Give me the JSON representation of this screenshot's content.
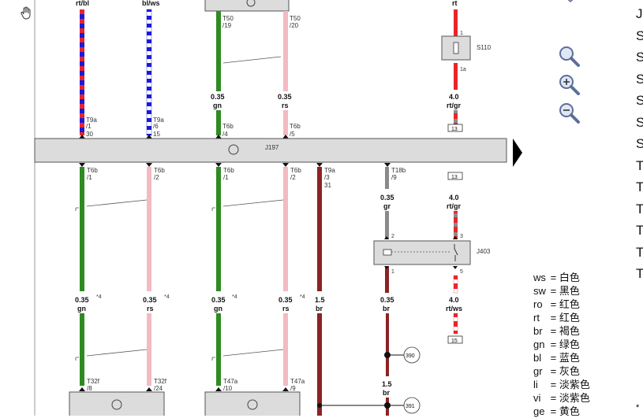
{
  "colors": {
    "rt": "#e8262a",
    "bl": "#1a1adb",
    "ws": "#ffffff",
    "gn": "#2e8b22",
    "rs": "#f4b9c2",
    "br": "#8b2323",
    "gr": "#8a8a8a",
    "grid": "#555555",
    "box_fill": "#dcdcdc"
  },
  "tools": [
    {
      "name": "bookmark-icon"
    },
    {
      "name": "zoom-icon"
    },
    {
      "name": "zoom-in-icon"
    },
    {
      "name": "zoom-out-icon"
    }
  ],
  "wire_top": [
    {
      "label": "rt/bl",
      "top_label": "",
      "conn": "T9a\n/1",
      "pin": "30"
    },
    {
      "label": "bl/ws",
      "top_label": "",
      "conn": "T9a\n/6",
      "pin": "15"
    },
    {
      "label": "",
      "top_label": "T50\n/19",
      "size": "0.35",
      "color": "gn",
      "conn": "T6b",
      "pin": "/4"
    },
    {
      "label": "",
      "top_label": "T50\n/20",
      "size": "0.35",
      "color": "rs",
      "conn": "T6b",
      "pin": "/5"
    },
    {
      "label": "rt",
      "size": "4.0",
      "color": "rt/gr",
      "ref": "13"
    }
  ],
  "labels": {
    "hdr_rtbl": "rt/bl",
    "hdr_blws": "bl/ws",
    "hdr_rt": "rt",
    "t50_19": "T50",
    "t50_19b": "/19",
    "t50_20": "T50",
    "t50_20b": "/20",
    "s110": "S110",
    "s110_pin1": "1",
    "s110_pin1a": "1a",
    "g_size": "0.35",
    "g_col": "gn",
    "r_size": "0.35",
    "r_col": "rs",
    "rtgr_size": "4.0",
    "rtgr_col": "rt/gr",
    "ref13a": "13",
    "t9a_1": "T9a",
    "t9a_1b": "/1",
    "t9a_30": "30",
    "t9a_6": "T9a",
    "t9a_6b": "/6",
    "t9a_15": "15",
    "t6b_4": "T6b",
    "t6b_4b": "/4",
    "t6b_5": "T6b",
    "t6b_5b": "/5",
    "j197": "J197",
    "b_t6b_1": "T6b",
    "b_t6b_1b": "/1",
    "b_t6b_2": "T6b",
    "b_t6b_2b": "/2",
    "b_t6b_1c": "T6b",
    "b_t6b_1d": "/1",
    "b_t6b_2c": "T6b",
    "b_t6b_2d": "/2",
    "b_t9a": "T9a",
    "b_t9a_3": "/3",
    "b_t9a_31": "31",
    "b_t18b": "T18b",
    "b_t18b_9": "/9",
    "gr_size": "0.35",
    "gr_col": "gr",
    "ref13b": "13",
    "rtgr2_size": "4.0",
    "rtgr2_col": "rt/gr",
    "j403": "J403",
    "j403_p2": "2",
    "j403_p3": "3",
    "j403_p1": "1",
    "j403_p5": "5",
    "w1_size": "0.35",
    "w1_col": "gn",
    "w1_note": "*4",
    "w2_size": "0.35",
    "w2_col": "rs",
    "w2_note": "*4",
    "w3_size": "0.35",
    "w3_col": "gn",
    "w3_note": "*4",
    "w4_size": "0.35",
    "w4_col": "rs",
    "w4_note": "*4",
    "w5_size": "1.5",
    "w5_col": "br",
    "w6_size": "0.35",
    "w6_col": "br",
    "w7_size": "4.0",
    "w7_col": "rt/ws",
    "ref15": "15",
    "ref390": "390",
    "ref391": "391",
    "w8_size": "1.5",
    "w8_col": "br",
    "t32f_8": "T32f",
    "t32f_8b": "/8",
    "t32f_24": "T32f",
    "t32f_24b": "/24",
    "t47a_10": "T47a",
    "t47a_10b": "/10",
    "t47a_9": "T47a",
    "t47a_9b": "/9"
  },
  "legend": [
    {
      "code": "ws",
      "text": "= 白色"
    },
    {
      "code": "sw",
      "text": "= 黑色"
    },
    {
      "code": "ro",
      "text": "= 红色"
    },
    {
      "code": "rt",
      "text": "= 红色"
    },
    {
      "code": "br",
      "text": "= 褐色"
    },
    {
      "code": "gn",
      "text": "= 绿色"
    },
    {
      "code": "bl",
      "text": "= 蓝色"
    },
    {
      "code": "gr",
      "text": "= 灰色"
    },
    {
      "code": "li",
      "text": "= 淡紫色"
    },
    {
      "code": "vi",
      "text": "= 淡紫色"
    },
    {
      "code": "ge",
      "text": "= 黄色"
    }
  ],
  "right_list": [
    "J",
    "S",
    "S",
    "S",
    "S",
    "S",
    "S",
    "T",
    "T",
    "T",
    "T",
    "T",
    "T"
  ],
  "star": "*"
}
